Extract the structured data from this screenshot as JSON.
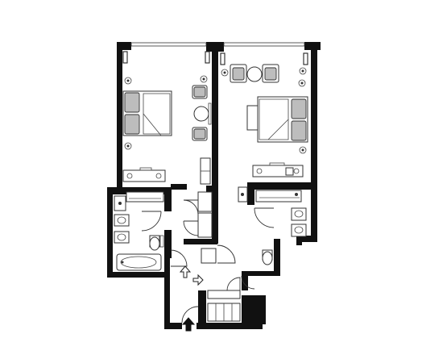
{
  "diagram": {
    "type": "floor-plan",
    "rooms": [
      "bedroom-left",
      "bedroom-right",
      "bathroom-left",
      "bathroom-right",
      "entrance-hall"
    ],
    "colors": {
      "wall": "#111111",
      "line": "#222222",
      "fixture_fill": "#bdbdbd",
      "background": "#ffffff"
    },
    "icons": [
      "arrow-up-icon",
      "arrow-right-icon",
      "entrance-arrow-icon"
    ]
  }
}
